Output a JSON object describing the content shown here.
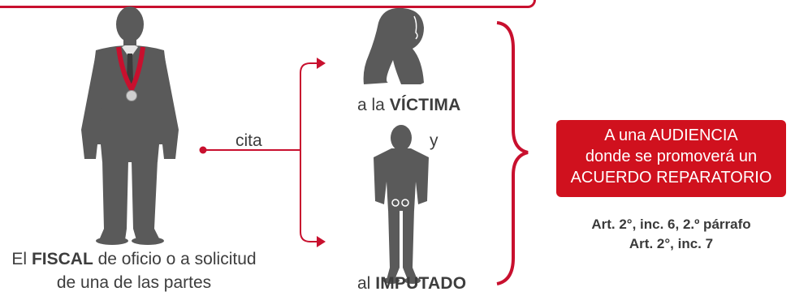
{
  "fiscal": {
    "name": "FISCAL",
    "line1_prefix": "El ",
    "line1_suffix": " de oficio o a solicitud",
    "line2": "de una de las partes"
  },
  "action_label": "cita",
  "victim": {
    "prefix": "a la ",
    "name": "VÍCTIMA"
  },
  "conjunction": "y",
  "accused": {
    "prefix": "al ",
    "name": "IMPUTADO"
  },
  "outcome_box": {
    "line1": "A una AUDIENCIA",
    "line2": "donde se promoverá un",
    "line3": "ACUERDO REPARATORIO",
    "color": "#d0111e"
  },
  "legal_refs": [
    "Art. 2°, inc. 6, 2.º párrafo",
    "Art. 2°, inc. 7"
  ],
  "colors": {
    "accent": "#c8102e",
    "figure": "#5a5a5a",
    "text": "#3d3d3d"
  }
}
